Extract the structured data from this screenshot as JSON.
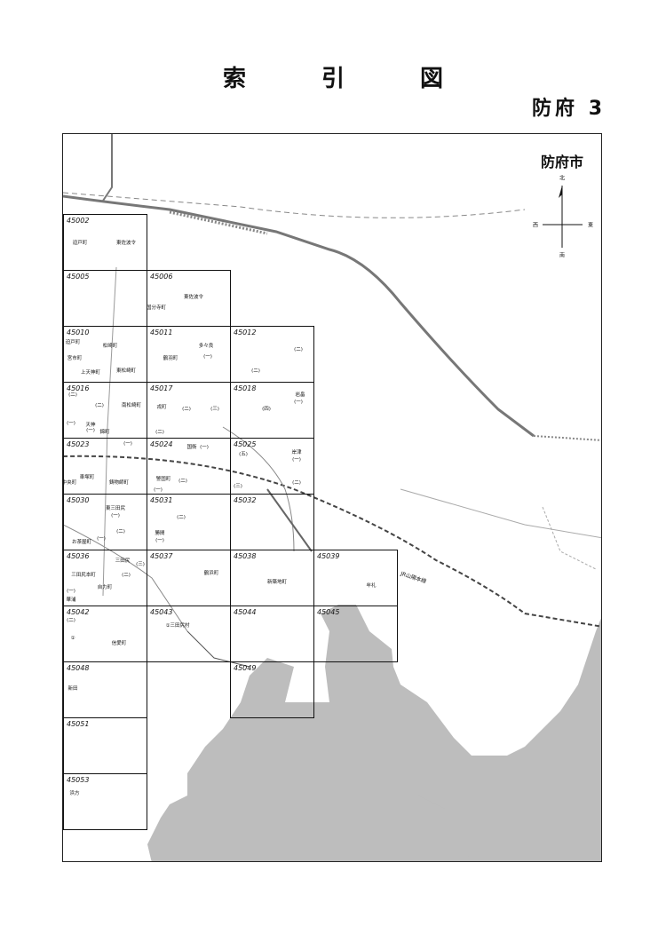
{
  "header": {
    "title": "索 引 図",
    "sheet": "防府 3"
  },
  "map": {
    "city": "防府市",
    "compass": {
      "north": "北",
      "south": "南",
      "east": "東",
      "west": "西"
    },
    "railway_label": "JR山陽本線",
    "cells": [
      {
        "id": "45002",
        "places": [
          {
            "t": "迫戸町",
            "c": 0
          },
          {
            "t": "東佐波令",
            "c": 1
          }
        ]
      },
      {
        "id": "45005",
        "places": []
      },
      {
        "id": "45006",
        "places": [
          {
            "t": "国分寺町",
            "c": 0
          },
          {
            "t": "東佐波令",
            "c": 1
          }
        ]
      },
      {
        "id": "45010",
        "places": [
          {
            "t": "迫戸町",
            "c": 0
          },
          {
            "t": "宮市町",
            "c": 1
          },
          {
            "t": "松崎町",
            "c": 2
          },
          {
            "t": "上天神町",
            "c": 3
          },
          {
            "t": "東松崎町",
            "c": 4
          }
        ]
      },
      {
        "id": "45011",
        "places": [
          {
            "t": "鶴羽町",
            "c": 0
          },
          {
            "t": "多々良",
            "c": 1
          },
          {
            "t": "(一)",
            "c": 2
          }
        ]
      },
      {
        "id": "45012",
        "places": [
          {
            "t": "(二)",
            "c": 0
          },
          {
            "t": "(二)",
            "c": 1
          }
        ]
      },
      {
        "id": "45016",
        "places": [
          {
            "t": "(二)",
            "c": 0
          },
          {
            "t": "(二)",
            "c": 1
          },
          {
            "t": "南松崎町",
            "c": 2
          },
          {
            "t": "天神",
            "c": 3
          },
          {
            "t": "(一)",
            "c": 4
          },
          {
            "t": "(一)",
            "c": 5
          },
          {
            "t": "錦町",
            "c": 6
          }
        ]
      },
      {
        "id": "45017",
        "places": [
          {
            "t": "戎町",
            "c": 0
          },
          {
            "t": "(二)",
            "c": 1
          },
          {
            "t": "(三)",
            "c": 2
          },
          {
            "t": "(二)",
            "c": 3
          }
        ]
      },
      {
        "id": "45018",
        "places": [
          {
            "t": "(四)",
            "c": 0
          },
          {
            "t": "岩畠",
            "c": 1
          },
          {
            "t": "(一)",
            "c": 2
          }
        ]
      },
      {
        "id": "45023",
        "places": [
          {
            "t": "中央町",
            "c": 0
          },
          {
            "t": "車塚町",
            "c": 1
          },
          {
            "t": "鋳物師町",
            "c": 2
          },
          {
            "t": "(一)",
            "c": 3
          }
        ]
      },
      {
        "id": "45024",
        "places": [
          {
            "t": "国衙",
            "c": 0
          },
          {
            "t": "(一)",
            "c": 1
          },
          {
            "t": "警固町",
            "c": 2
          },
          {
            "t": "(二)",
            "c": 3
          },
          {
            "t": "(一)",
            "c": 4
          }
        ]
      },
      {
        "id": "45025",
        "places": [
          {
            "t": "(五)",
            "c": 0
          },
          {
            "t": "岸津",
            "c": 1
          },
          {
            "t": "(一)",
            "c": 2
          },
          {
            "t": "(二)",
            "c": 3
          },
          {
            "t": "(三)",
            "c": 4
          }
        ]
      },
      {
        "id": "45030",
        "places": [
          {
            "t": "東三田尻",
            "c": 0
          },
          {
            "t": "(一)",
            "c": 1
          },
          {
            "t": "(二)",
            "c": 2
          },
          {
            "t": "お茶屋町",
            "c": 3
          },
          {
            "t": "(一)",
            "c": 4
          }
        ]
      },
      {
        "id": "45031",
        "places": [
          {
            "t": "(二)",
            "c": 0
          },
          {
            "t": "勝間",
            "c": 1
          },
          {
            "t": "(一)",
            "c": 2
          }
        ]
      },
      {
        "id": "45032",
        "places": []
      },
      {
        "id": "45036",
        "places": [
          {
            "t": "三田尻",
            "c": 0
          },
          {
            "t": "(三)",
            "c": 1
          },
          {
            "t": "(二)",
            "c": 2
          },
          {
            "t": "三田尻本町",
            "c": 3
          },
          {
            "t": "自力町",
            "c": 4
          },
          {
            "t": "(一)",
            "c": 5
          },
          {
            "t": "華浦",
            "c": 6
          }
        ]
      },
      {
        "id": "45037",
        "places": [
          {
            "t": "鶴浜町",
            "c": 0
          }
        ]
      },
      {
        "id": "45038",
        "places": [
          {
            "t": "新築地町",
            "c": 0
          }
        ]
      },
      {
        "id": "45039",
        "places": [
          {
            "t": "牟礼",
            "c": 0
          }
        ]
      },
      {
        "id": "45042",
        "places": [
          {
            "t": "(二)",
            "c": 0
          },
          {
            "t": "①",
            "c": 1
          },
          {
            "t": "信愛町",
            "c": 2
          }
        ]
      },
      {
        "id": "45043",
        "places": [
          {
            "t": "①三田尻村",
            "c": 0
          }
        ]
      },
      {
        "id": "45044",
        "places": []
      },
      {
        "id": "45045",
        "places": []
      },
      {
        "id": "45048",
        "places": [
          {
            "t": "新田",
            "c": 0
          }
        ]
      },
      {
        "id": "45049",
        "places": []
      },
      {
        "id": "45051",
        "places": []
      },
      {
        "id": "45053",
        "places": [
          {
            "t": "浜方",
            "c": 0
          }
        ]
      }
    ]
  }
}
